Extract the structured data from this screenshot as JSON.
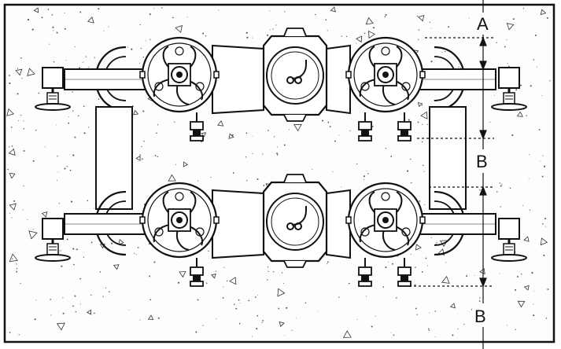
{
  "dimensions": {
    "label_a": "A",
    "label_b_upper": "B",
    "label_b_lower": "B"
  }
}
